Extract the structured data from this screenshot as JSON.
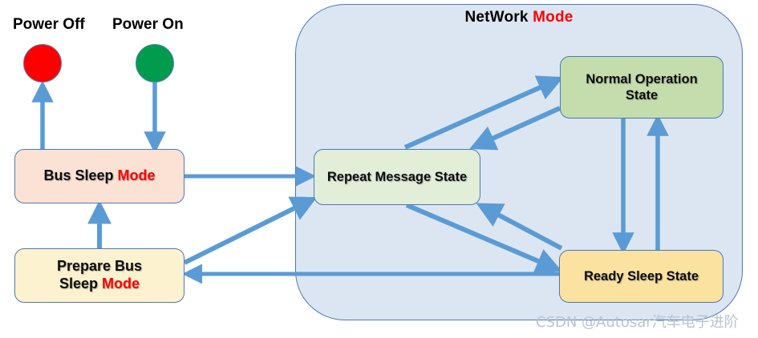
{
  "diagram": {
    "title_prefix": "NetWork ",
    "title_highlight": "Mode",
    "watermark": "CSDN @Autosar汽车电子进阶",
    "colors": {
      "panel_fill": "#dce6f2",
      "panel_border": "#4a79b8",
      "arrow": "#5b9bd5",
      "highlight_text": "#ff0000",
      "bus_sleep_fill": "#fbe2d5",
      "prepare_bus_sleep_fill": "#fdf2cf",
      "repeat_message_fill": "#e2eed8",
      "normal_operation_fill": "#c5dcac",
      "ready_sleep_fill": "#fbe2a0",
      "led_off": "#ff0000",
      "led_on": "#009b4d"
    }
  },
  "power": {
    "off_label": "Power Off",
    "on_label": "Power On",
    "off_state": "red",
    "on_state": "green"
  },
  "nodes": {
    "bus_sleep": {
      "text_prefix": "Bus Sleep ",
      "text_highlight": "Mode"
    },
    "prepare_bus_sleep": {
      "line1": "Prepare Bus",
      "line2_prefix": "Sleep ",
      "line2_highlight": "Mode"
    },
    "repeat_message": {
      "label": "Repeat Message State"
    },
    "normal_operation": {
      "line1": "Normal Operation",
      "line2": "State"
    },
    "ready_sleep": {
      "label": "Ready Sleep State"
    }
  },
  "edges": [
    {
      "from": "bus-sleep-mode",
      "to": "power-off-led",
      "direction": "up"
    },
    {
      "from": "power-on-led",
      "to": "bus-sleep-mode",
      "direction": "down"
    },
    {
      "from": "prepare-bus-sleep-mode",
      "to": "bus-sleep-mode",
      "direction": "up"
    },
    {
      "from": "bus-sleep-mode",
      "to": "repeat-message-state",
      "direction": "right"
    },
    {
      "from": "prepare-bus-sleep-mode",
      "to": "repeat-message-state",
      "direction": "diagonal-up-right"
    },
    {
      "from": "ready-sleep-state",
      "to": "prepare-bus-sleep-mode",
      "direction": "left"
    },
    {
      "from": "repeat-message-state",
      "to": "normal-operation-state",
      "direction": "diagonal-up-right"
    },
    {
      "from": "normal-operation-state",
      "to": "repeat-message-state",
      "direction": "diagonal-down-left"
    },
    {
      "from": "normal-operation-state",
      "to": "ready-sleep-state",
      "direction": "down"
    },
    {
      "from": "ready-sleep-state",
      "to": "normal-operation-state",
      "direction": "up"
    },
    {
      "from": "repeat-message-state",
      "to": "ready-sleep-state",
      "direction": "diagonal-down-right"
    },
    {
      "from": "ready-sleep-state",
      "to": "repeat-message-state",
      "direction": "diagonal-up-left"
    }
  ]
}
